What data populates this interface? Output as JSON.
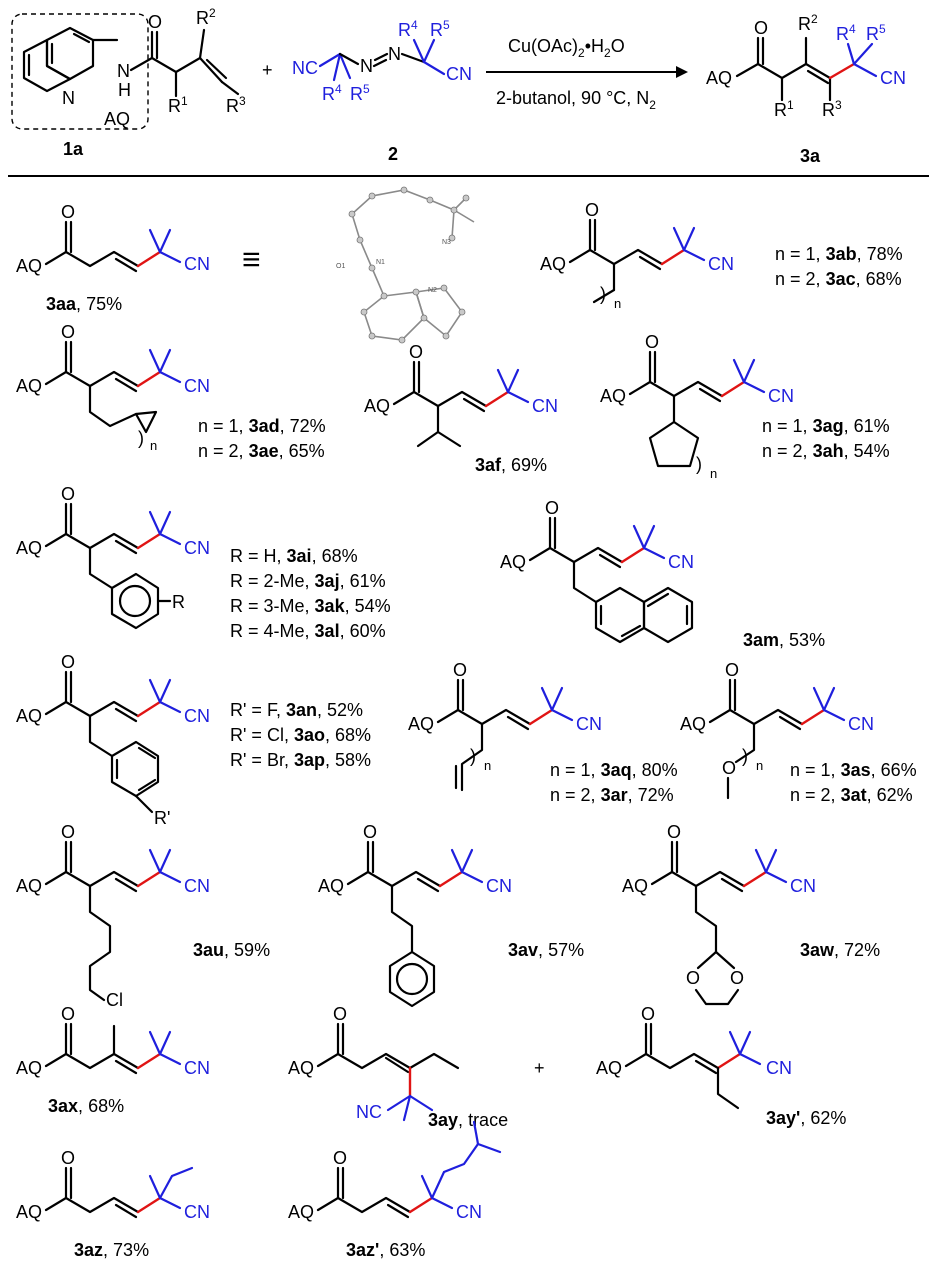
{
  "scheme": {
    "aux_label": "AQ",
    "reactant1_id": "1a",
    "reactant2_id": "2",
    "product_id": "3a",
    "plus": "+",
    "reagent": "Cu(OAc)2•H2O",
    "conditions": "2-butanol, 90 °C, N2",
    "r_groups": [
      "R1",
      "R2",
      "R3",
      "R4",
      "R5"
    ]
  },
  "atoms": {
    "N": "N",
    "H": "H",
    "O": "O",
    "CN": "CN",
    "NC": "NC",
    "Cl": "Cl",
    "AQ": "AQ"
  },
  "compounds": {
    "3aa": {
      "id": "3aa",
      "yield": "75%"
    },
    "3ab": {
      "id": "3ab",
      "n": "1",
      "yield": "78%"
    },
    "3ac": {
      "id": "3ac",
      "n": "2",
      "yield": "68%"
    },
    "3ad": {
      "id": "3ad",
      "n": "1",
      "yield": "72%"
    },
    "3ae": {
      "id": "3ae",
      "n": "2",
      "yield": "65%"
    },
    "3af": {
      "id": "3af",
      "yield": "69%"
    },
    "3ag": {
      "id": "3ag",
      "n": "1",
      "yield": "61%"
    },
    "3ah": {
      "id": "3ah",
      "n": "2",
      "yield": "54%"
    },
    "3ai": {
      "id": "3ai",
      "R": "H",
      "yield": "68%"
    },
    "3aj": {
      "id": "3aj",
      "R": "2-Me",
      "yield": "61%"
    },
    "3ak": {
      "id": "3ak",
      "R": "3-Me",
      "yield": "54%"
    },
    "3al": {
      "id": "3al",
      "R": "4-Me",
      "yield": "60%"
    },
    "3am": {
      "id": "3am",
      "yield": "53%"
    },
    "3an": {
      "id": "3an",
      "R": "F",
      "yield": "52%"
    },
    "3ao": {
      "id": "3ao",
      "R": "Cl",
      "yield": "68%"
    },
    "3ap": {
      "id": "3ap",
      "R": "Br",
      "yield": "58%"
    },
    "3aq": {
      "id": "3aq",
      "n": "1",
      "yield": "80%"
    },
    "3ar": {
      "id": "3ar",
      "n": "2",
      "yield": "72%"
    },
    "3as": {
      "id": "3as",
      "n": "1",
      "yield": "66%"
    },
    "3at": {
      "id": "3at",
      "n": "2",
      "yield": "62%"
    },
    "3au": {
      "id": "3au",
      "yield": "59%"
    },
    "3av": {
      "id": "3av",
      "yield": "57%"
    },
    "3aw": {
      "id": "3aw",
      "yield": "72%"
    },
    "3ax": {
      "id": "3ax",
      "yield": "68%"
    },
    "3ay": {
      "id": "3ay",
      "yield": "trace"
    },
    "3ay'": {
      "id": "3ay'",
      "yield": "62%"
    },
    "3az": {
      "id": "3az",
      "yield": "73%"
    },
    "3az'": {
      "id": "3az'",
      "yield": "63%"
    }
  },
  "labels": {
    "n_eq": "n = ",
    "R_eq": "R = ",
    "Rp_eq": "R' = ",
    "n": "n",
    "Rp": "R'",
    "R": "R",
    "equiv_symbol": "≡",
    "xray_atoms": [
      "O1",
      "N1",
      "N2",
      "N3"
    ]
  },
  "colors": {
    "ink": "#000000",
    "new_bond": "#e01414",
    "reagent_part": "#1f1fdd"
  }
}
